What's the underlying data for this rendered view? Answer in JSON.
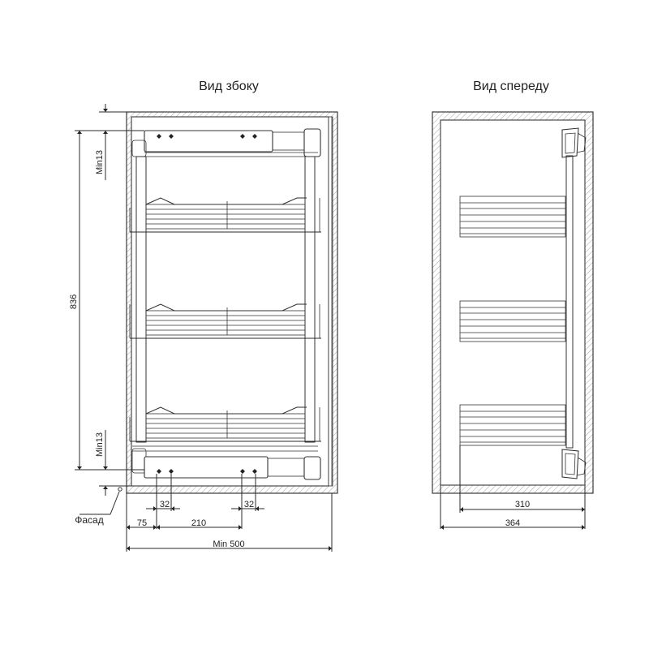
{
  "titles": {
    "side_view": "Вид збоку",
    "front_view": "Вид спереду"
  },
  "labels": {
    "facade": "Фасад"
  },
  "dimensions": {
    "min_top": "Min13",
    "min_bottom": "Min13",
    "height": "836",
    "hole_spacing_left": "32",
    "hole_spacing_right": "32",
    "offset_75": "75",
    "span_210": "210",
    "min_depth": "Min 500",
    "front_310": "310",
    "front_364": "364"
  },
  "colors": {
    "outline": "#3a3a3a",
    "hatch": "#9a9a9a",
    "background": "#ffffff"
  }
}
